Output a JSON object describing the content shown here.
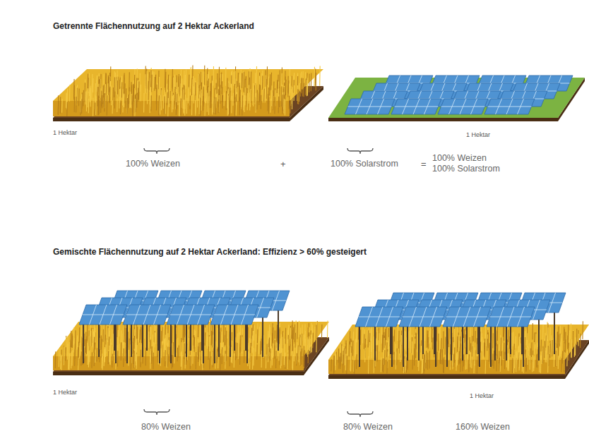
{
  "diagram": {
    "title": "Getrennte Flächennutzung auf 2 Hektar Ackerland",
    "labels": [
      "1 Hektar",
      "1 Hektar",
      "100% Weizen",
      "+",
      "100% Solarstrom",
      "=",
      "100% Weizen 100% Solarstrom",
      "Gemischte Flächennutzung auf 2 Hektar Ackerland: Effizienz > 60% gesteigert",
      "1 Hektar",
      "1 Hektar",
      "80% Weizen",
      "80% Weizen",
      "160% Weizen"
    ]
  }
}
